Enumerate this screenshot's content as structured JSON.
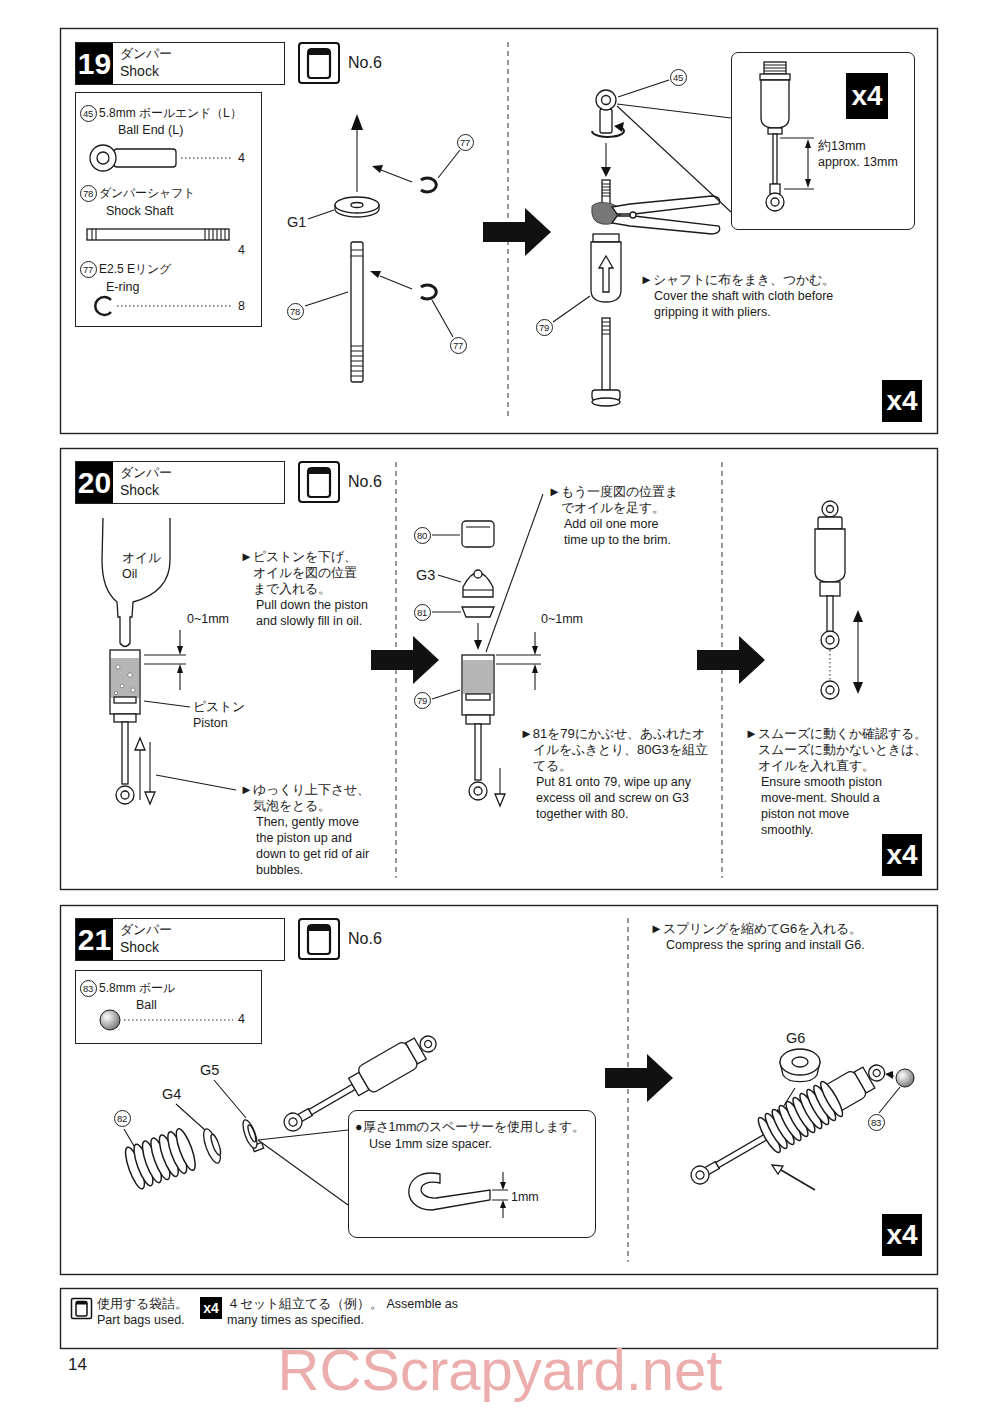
{
  "diagram": {
    "nodes": [
      {
        "text": [
          "19",
          "ダンパー",
          "Shock"
        ]
      },
      {
        "text": [
          "No.6"
        ]
      },
      {
        "text": [
          "45",
          "5.8mm ボールエンド（L）",
          "Ball End (L)",
          "4",
          "78",
          "ダンパーシャフト",
          "Shock Shaft",
          "4",
          "77",
          "E2.5 Eリング",
          "E-ring",
          "8"
        ]
      },
      {
        "text": [
          "約13mm",
          "approx. 13mm"
        ]
      },
      {
        "text": [
          "x4"
        ],
        "in": 3
      },
      {
        "text": [
          "x4"
        ]
      },
      {
        "text": [
          "20",
          "ダンパー",
          "Shock"
        ]
      },
      {
        "text": [
          "No.6"
        ]
      },
      {
        "text": [
          "x4"
        ]
      },
      {
        "text": [
          "21",
          "ダンパー",
          "Shock"
        ]
      },
      {
        "text": [
          "No.6"
        ]
      },
      {
        "text": [
          "83",
          "5.8mm ボール",
          "Ball",
          "4"
        ]
      },
      {
        "text": [
          "●厚さ1mmのスペーサーを使用します。",
          "Use 1mm size spacer.",
          "1mm"
        ]
      },
      {
        "text": [
          "x4"
        ]
      }
    ],
    "labels": [
      "G1",
      "77",
      "77",
      "78",
      "45",
      "79",
      "►シャフトに布をまき、つかむ。",
      "Cover the shaft with cloth before gripping it with pliers.",
      "オイル",
      "Oil",
      "0~1mm",
      "ピストン",
      "Piston",
      "►ピストンを下げ、オイルを図の位置まで入れる。",
      "Pull down the piston and slowly fill in oil.",
      "►ゆっくり上下させ、気泡をとる。",
      "Then, gently move the piston up and down to get rid of air bubbles.",
      "80",
      "G3",
      "81",
      "79",
      "►もう一度図の位置までオイルを足す。",
      "Add oil one more time up to the brim.",
      "0~1mm",
      "►81を79にかぶせ、あふれたオイルをふきとり、80G3を組立てる。",
      "Put 81 onto 79, wipe up any excess oil and screw on G3 together with 80.",
      "►スムーズに動くか確認する。スムーズに動かないときは、オイルを入れ直す。",
      "Ensure smooth piston move-ment. Should a piston not move smoothly.",
      "82",
      "G4",
      "G5",
      "►スプリングを縮めてG6を入れる。",
      "Compress the spring and install G6.",
      "G6",
      "83",
      "x4",
      "14",
      "RCScrapyard.net"
    ],
    "legend": [
      {
        "text": "使用する袋詰。 Part bags used."
      },
      {
        "text": "４セット組立てる（例）。 Assemble as many times as specified."
      }
    ]
  }
}
